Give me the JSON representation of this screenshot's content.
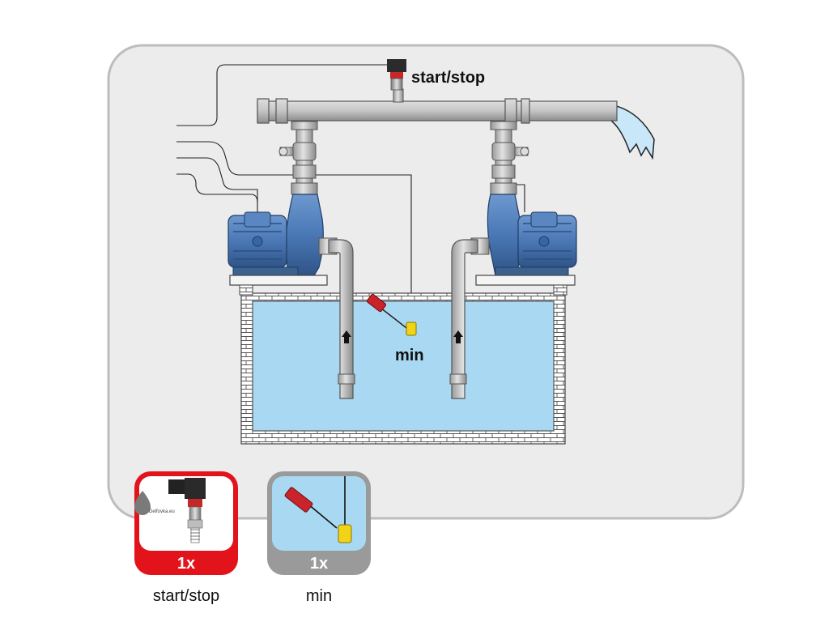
{
  "labels": {
    "start_stop": "start/stop",
    "min": "min"
  },
  "cards": [
    {
      "id": "pressure-sensor",
      "quantity": "1x",
      "caption": "start/stop",
      "accent": "#e3131b",
      "watermark": "Delfovka.eu"
    },
    {
      "id": "float-switch",
      "quantity": "1x",
      "caption": "min",
      "accent": "#9a9a9a"
    }
  ],
  "colors": {
    "panel": "#ececec",
    "water": "#a9d8f2",
    "pump_blue": "#4a78b5",
    "pipe_gray": "#bcbcbc",
    "brick": "#ffffff",
    "float_yellow": "#f3d315",
    "float_red": "#c9232b"
  }
}
